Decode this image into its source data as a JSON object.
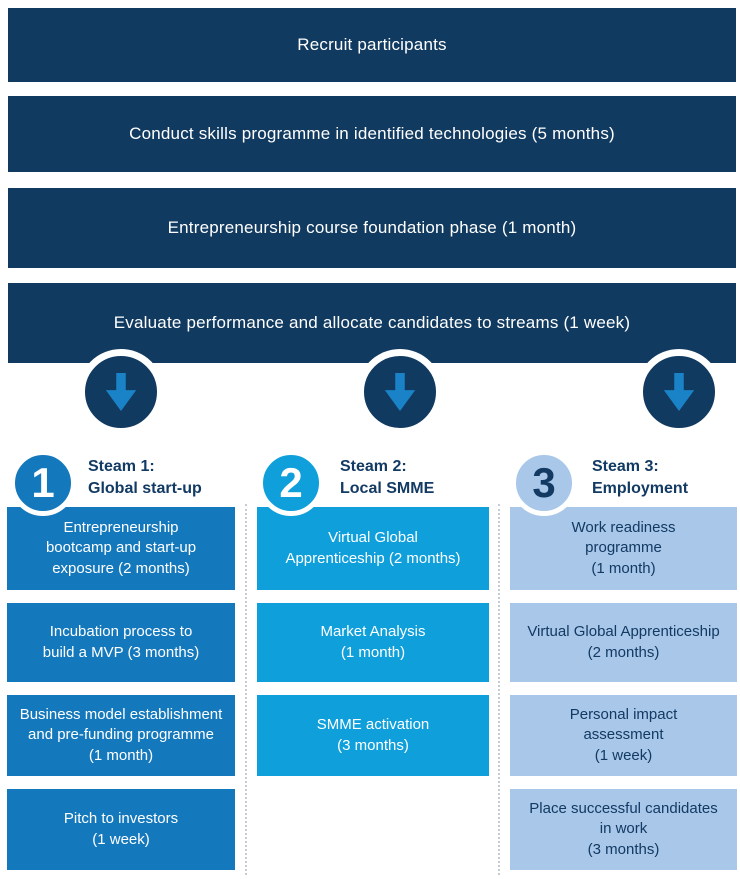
{
  "banners": [
    "Recruit participants",
    "Conduct skills programme in identified technologies (5 months)",
    "Entrepreneurship course foundation phase (1 month)",
    "Evaluate performance and allocate candidates to streams (1 week)"
  ],
  "arrows": {
    "icon": "down-arrow-icon",
    "count": 3
  },
  "streams": [
    {
      "number": "1",
      "title": "Steam 1:\nGlobal start-up",
      "boxes": [
        "Entrepreneurship\nbootcamp and start-up\nexposure (2 months)",
        "Incubation process to\nbuild a MVP (3 months)",
        "Business model establishment\nand pre-funding programme\n(1 month)",
        "Pitch to investors\n(1 week)"
      ]
    },
    {
      "number": "2",
      "title": "Steam 2:\nLocal SMME",
      "boxes": [
        "Virtual Global\nApprenticeship (2 months)",
        "Market Analysis\n(1 month)",
        "SMME activation\n(3 months)"
      ]
    },
    {
      "number": "3",
      "title": "Steam 3:\nEmployment",
      "boxes": [
        "Work readiness\nprogramme\n(1 month)",
        "Virtual Global Apprenticeship\n(2 months)",
        "Personal impact\nassessment\n(1 week)",
        "Place successful candidates\nin work\n(3 months)"
      ]
    }
  ],
  "colors": {
    "banner_navy": "#113A60",
    "stream1_blue": "#1478BC",
    "stream2_cyan": "#0FA0DC",
    "stream3_light_blue": "#A9C7E8",
    "arrow_blue": "#1A82C6",
    "heading_navy": "#123A63",
    "background": "#FFFFFF"
  }
}
